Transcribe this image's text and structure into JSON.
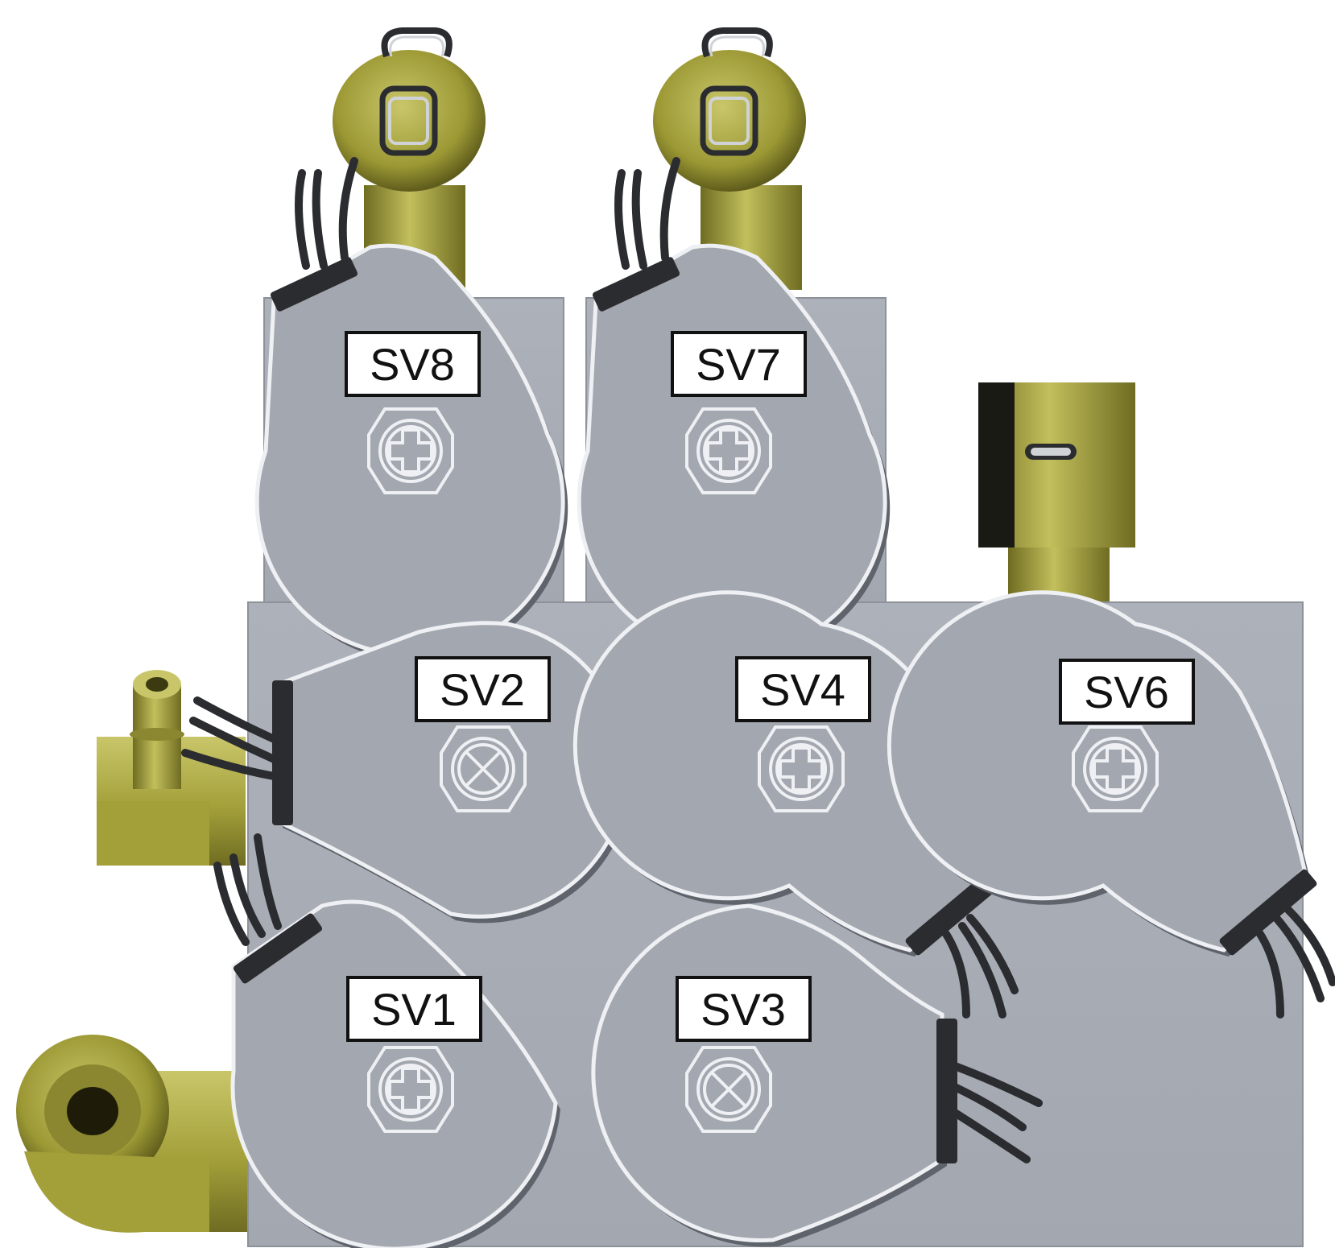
{
  "labels": {
    "sv1": "SV1",
    "sv2": "SV2",
    "sv3": "SV3",
    "sv4": "SV4",
    "sv6": "SV6",
    "sv7": "SV7",
    "sv8": "SV8"
  },
  "colors": {
    "manifold": "#a8acb4",
    "manifold_edge": "#8d9199",
    "coil": "#a3a7af",
    "coil_highlight": "#eef0f4",
    "coil_shadow": "#5f636b",
    "brass": "#a3a03a",
    "brass_dark": "#6f6c22",
    "brass_light": "#c9c66a",
    "wire": "#2a2c30",
    "label_bg": "#ffffff",
    "label_border": "#111111"
  }
}
